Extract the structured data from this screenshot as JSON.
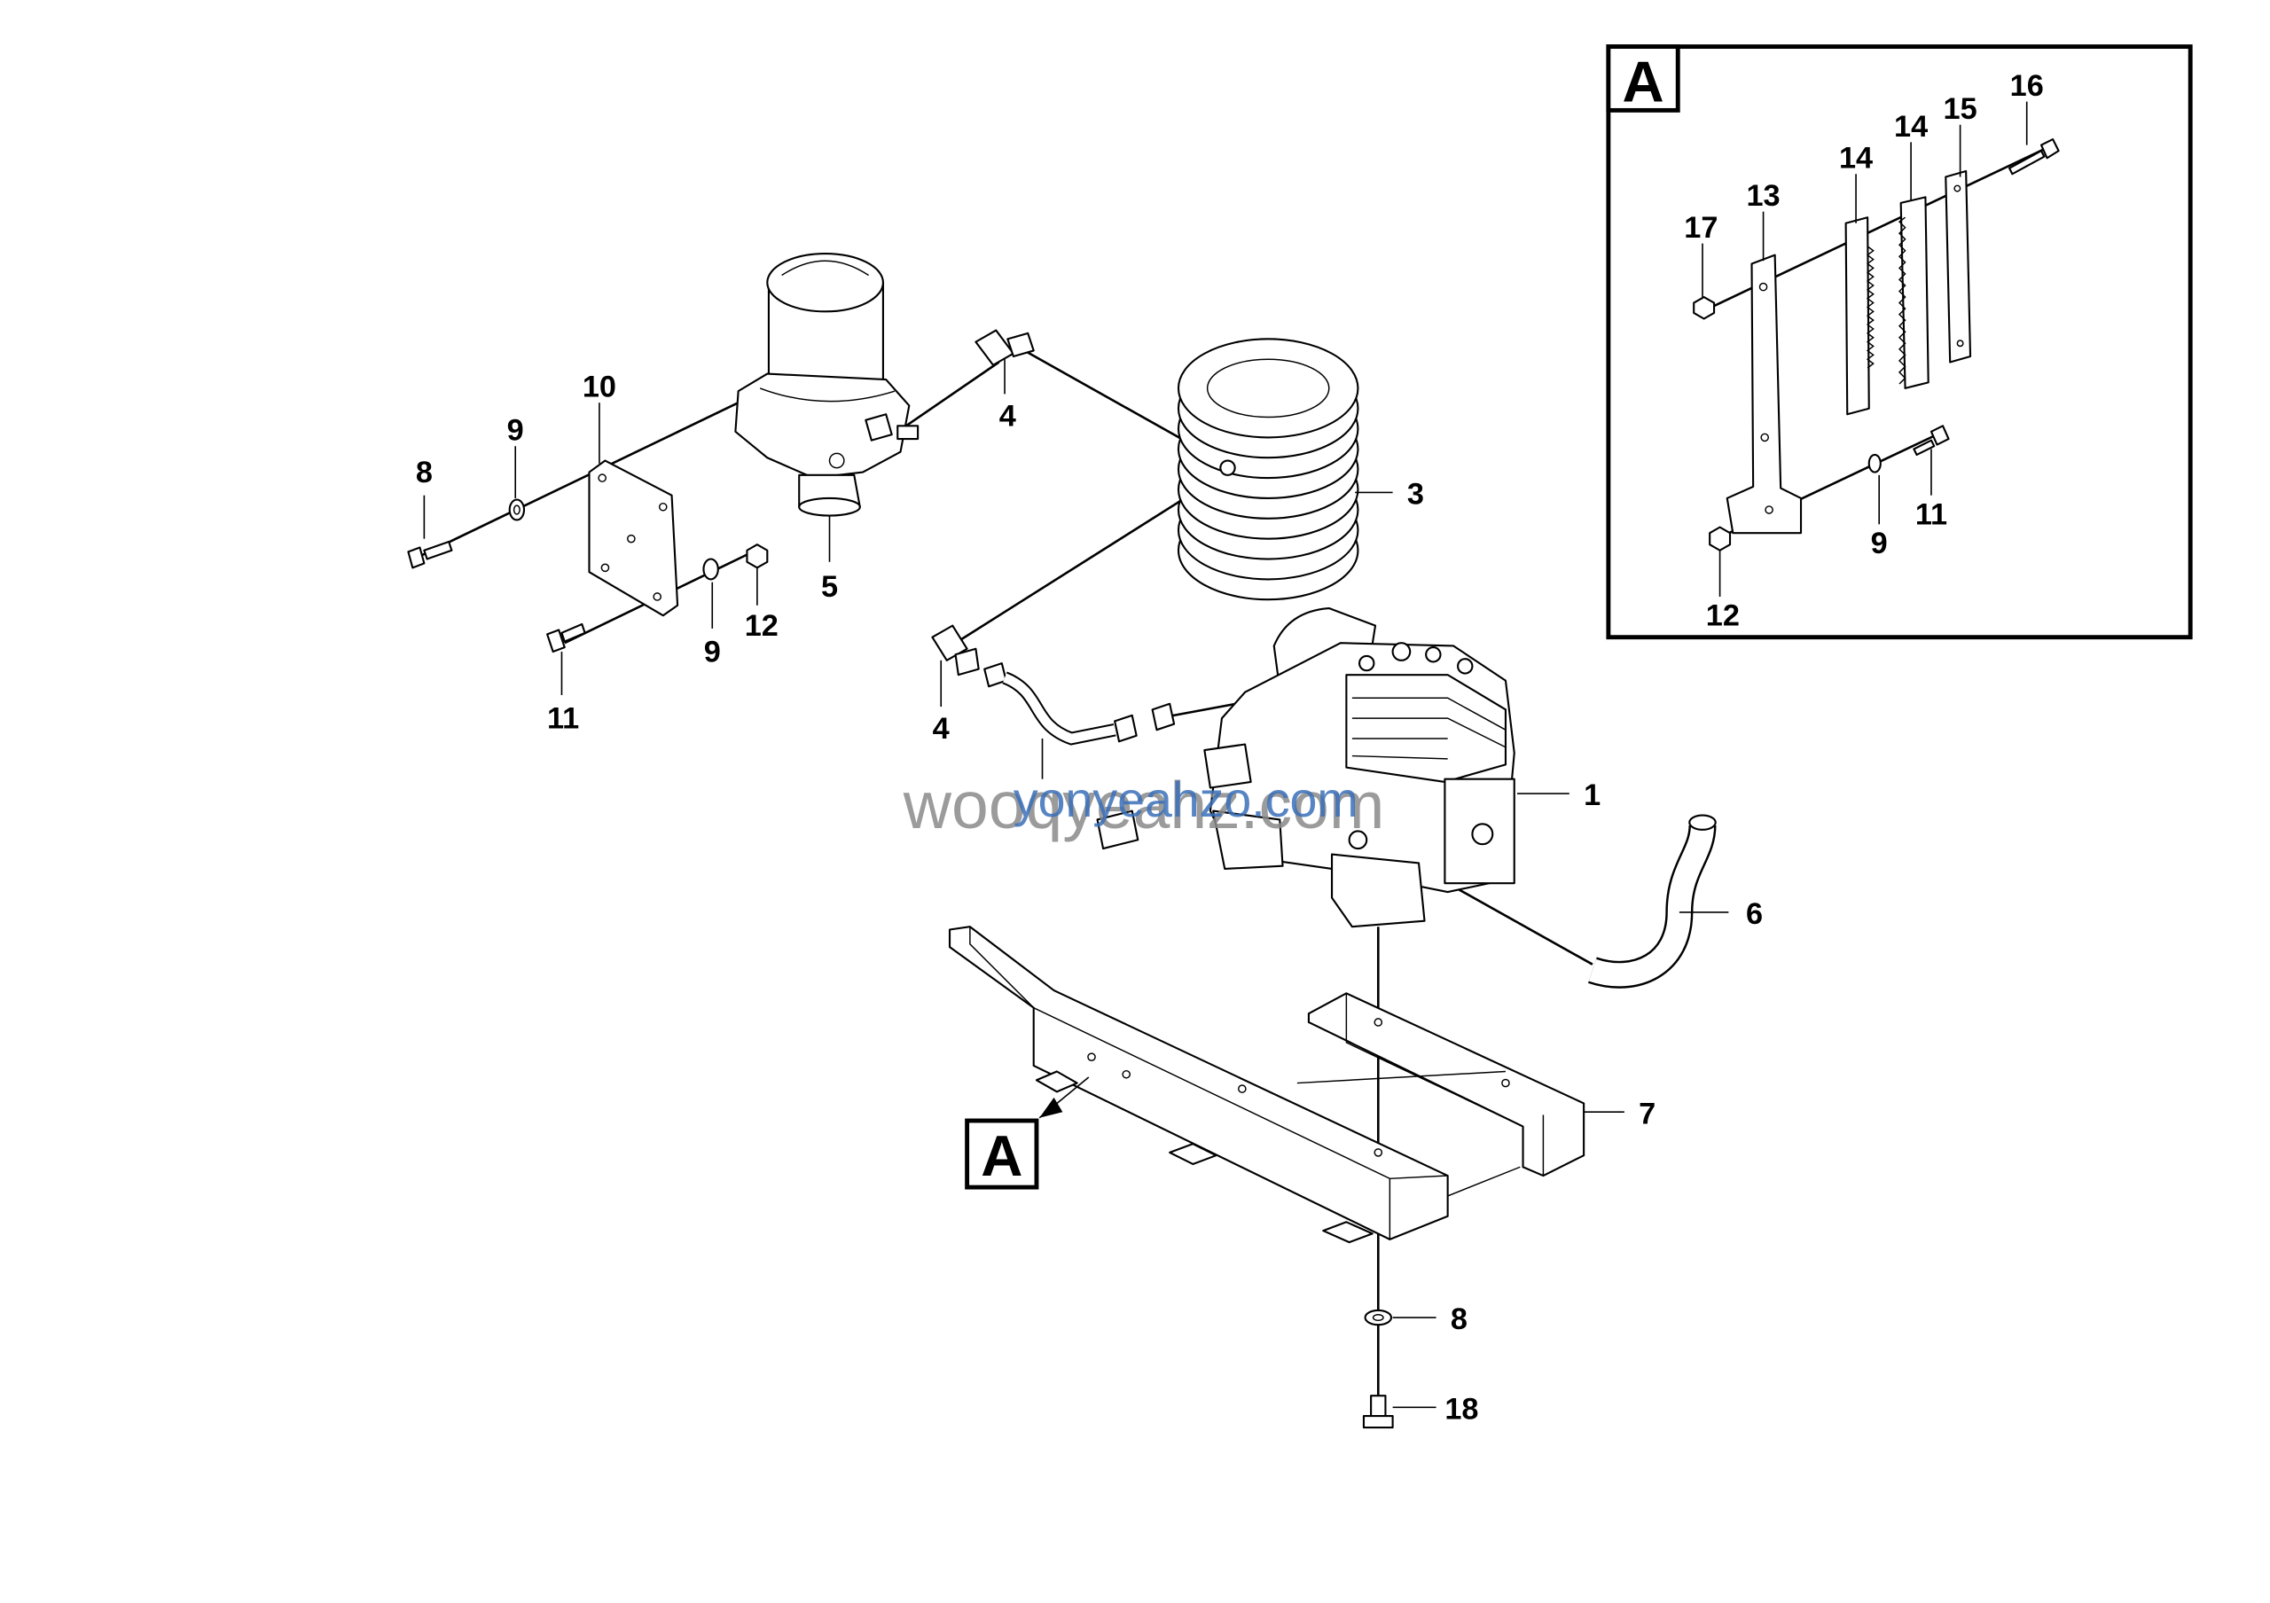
{
  "watermark": {
    "primary": "wooqyeahz.com",
    "overlay": "yonyeahzo.com"
  },
  "detail_box": {
    "label": "A"
  },
  "main_callout": {
    "label": "A"
  },
  "callouts": {
    "c1": "1",
    "c3": "3",
    "c4a": "4",
    "c4b": "4",
    "c5": "5",
    "c6": "6",
    "c7": "7",
    "c8a": "8",
    "c8b": "8",
    "c9a": "9",
    "c9b": "9",
    "c10": "10",
    "c11": "11",
    "c12": "12",
    "c18": "18",
    "d9": "9",
    "d11": "11",
    "d12": "12",
    "d13": "13",
    "d14a": "14",
    "d14b": "14",
    "d15": "15",
    "d16": "16",
    "d17": "17"
  }
}
